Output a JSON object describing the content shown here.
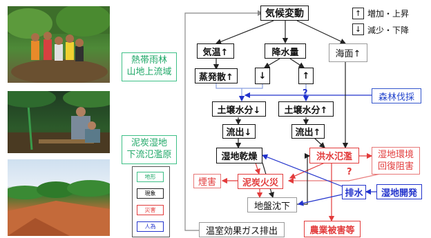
{
  "regions": {
    "upstream": "熱帯雨林\n山地上流域",
    "downstream": "泥炭湿地\n下流氾濫原"
  },
  "legend_key": {
    "up_symbol": "↑",
    "up_label": "増加・上昇",
    "down_symbol": "↓",
    "down_label": "減少・下降"
  },
  "nodes": {
    "climate_change": "気候変動",
    "temperature": "気温↑",
    "precipitation": "降水量",
    "sea_level": "海面↑",
    "evaporation": "蒸発散↑",
    "precip_down": "↓",
    "precip_up": "↑",
    "soil_moisture_down": "土壌水分↓",
    "soil_moisture_up": "土壌水分↑",
    "runoff_down": "流出↓",
    "runoff_up": "流出↑",
    "wetland_drying": "湿地乾燥",
    "flooding": "洪水氾濫",
    "deforestation": "森林伐採",
    "wetland_restoration_barrier": "湿地環境\n回復阻害",
    "smoke_haze": "煙害",
    "peat_fire": "泥炭火災",
    "drainage": "排水",
    "wetland_development": "湿地開発",
    "subsidence": "地盤沈下",
    "ghg_emission": "温室効果ガス排出",
    "agri_damage": "農業被害等"
  },
  "qmarks": [
    "?",
    "?"
  ],
  "legend": {
    "terrain": "地形",
    "phenomenon": "現象",
    "disaster": "災害",
    "human": "人為"
  },
  "colors": {
    "black": "#111111",
    "red": "#e23b3b",
    "blue": "#2233cc",
    "green": "#20a868",
    "gray": "#999999"
  }
}
